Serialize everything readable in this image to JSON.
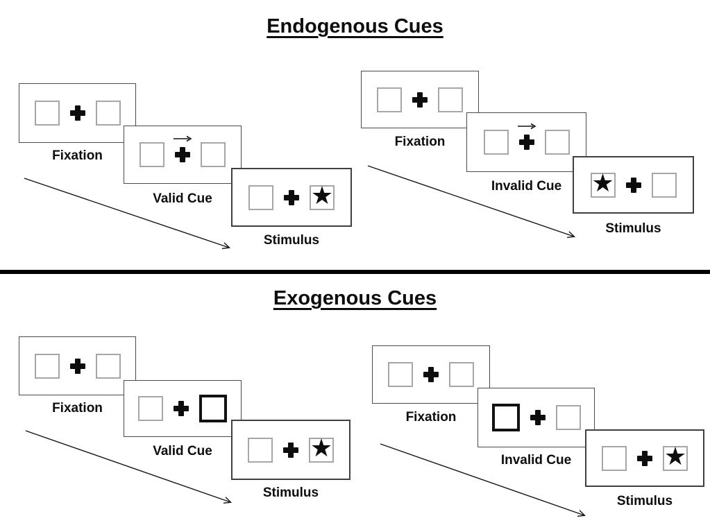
{
  "sections": [
    {
      "id": "endogenous",
      "title": "Endogenous Cues",
      "cue_style": "central-arrow",
      "trials": [
        {
          "type": "valid",
          "panels": [
            {
              "label": "Fixation",
              "left_box": "empty",
              "right_box": "empty",
              "cue_symbol": "none"
            },
            {
              "label": "Valid Cue",
              "left_box": "empty",
              "right_box": "empty",
              "cue_symbol": "arrow-right"
            },
            {
              "label": "Stimulus",
              "left_box": "empty",
              "right_box": "star",
              "cue_symbol": "none"
            }
          ]
        },
        {
          "type": "invalid",
          "panels": [
            {
              "label": "Fixation",
              "left_box": "empty",
              "right_box": "empty",
              "cue_symbol": "none"
            },
            {
              "label": "Invalid Cue",
              "left_box": "empty",
              "right_box": "empty",
              "cue_symbol": "arrow-right"
            },
            {
              "label": "Stimulus",
              "left_box": "star",
              "right_box": "empty",
              "cue_symbol": "none"
            }
          ]
        }
      ]
    },
    {
      "id": "exogenous",
      "title": "Exogenous Cues",
      "cue_style": "peripheral-highlight",
      "trials": [
        {
          "type": "valid",
          "panels": [
            {
              "label": "Fixation",
              "left_box": "empty",
              "right_box": "empty",
              "cue_symbol": "none"
            },
            {
              "label": "Valid Cue",
              "left_box": "empty",
              "right_box": "highlight",
              "cue_symbol": "none"
            },
            {
              "label": "Stimulus",
              "left_box": "empty",
              "right_box": "star",
              "cue_symbol": "none"
            }
          ]
        },
        {
          "type": "invalid",
          "panels": [
            {
              "label": "Fixation",
              "left_box": "empty",
              "right_box": "empty",
              "cue_symbol": "none"
            },
            {
              "label": "Invalid Cue",
              "left_box": "highlight",
              "right_box": "empty",
              "cue_symbol": "none"
            },
            {
              "label": "Stimulus",
              "left_box": "empty",
              "right_box": "star",
              "cue_symbol": "none"
            }
          ]
        }
      ]
    }
  ],
  "symbols": {
    "star": "★"
  },
  "colors": {
    "ink": "#0d0d0d",
    "panel_border": "#4a4a4a",
    "box_border": "#a6a6a6",
    "divider": "#000000"
  }
}
